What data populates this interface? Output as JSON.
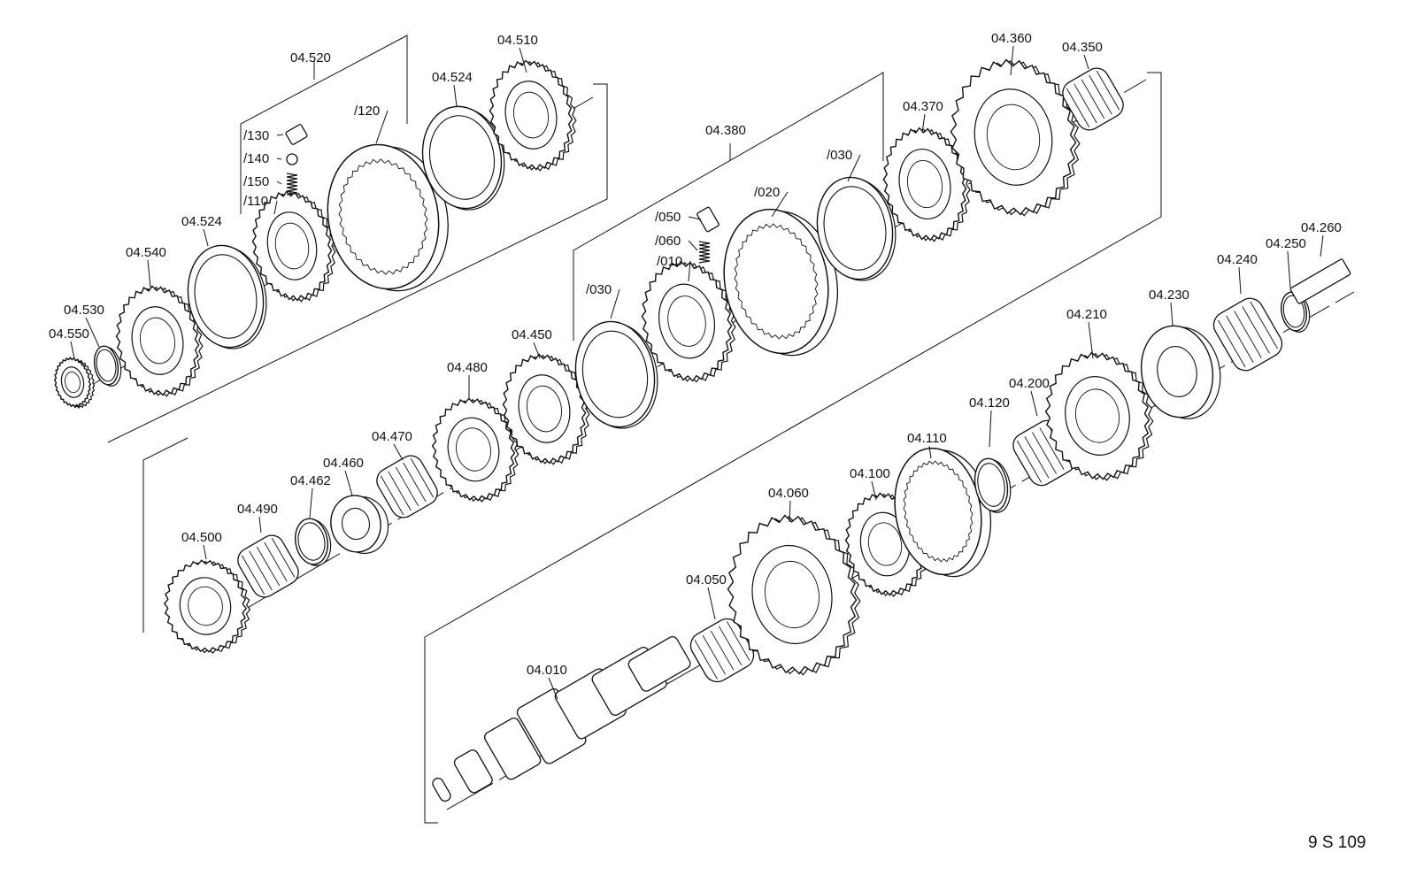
{
  "drawing_code": "9 S 109",
  "groups": [
    {
      "id": "g520",
      "label": "04.520"
    },
    {
      "id": "g380",
      "label": "04.380"
    }
  ],
  "parts": [
    {
      "id": "p550",
      "label": "04.550",
      "kind": "gear",
      "name": "gear-04-550-icon"
    },
    {
      "id": "p530",
      "label": "04.530",
      "kind": "ring",
      "name": "snap-ring-04-530-icon"
    },
    {
      "id": "p540",
      "label": "04.540",
      "kind": "gear",
      "name": "gear-04-540-icon"
    },
    {
      "id": "p524a",
      "label": "04.524",
      "kind": "ring",
      "name": "synchro-ring-04-524-icon"
    },
    {
      "id": "p110",
      "label": "/110",
      "kind": "gear",
      "name": "synchro-body-110-icon"
    },
    {
      "id": "p150",
      "label": "/150",
      "kind": "spring",
      "name": "spring-150-icon"
    },
    {
      "id": "p140",
      "label": "/140",
      "kind": "ball",
      "name": "ball-140-icon"
    },
    {
      "id": "p130",
      "label": "/130",
      "kind": "pin",
      "name": "thrust-piece-130-icon"
    },
    {
      "id": "p120",
      "label": "/120",
      "kind": "sleeve",
      "name": "sliding-sleeve-120-icon"
    },
    {
      "id": "p524b",
      "label": "04.524",
      "kind": "ring",
      "name": "synchro-ring-04-524-b-icon"
    },
    {
      "id": "p510",
      "label": "04.510",
      "kind": "gear",
      "name": "gear-04-510-icon"
    },
    {
      "id": "p500",
      "label": "04.500",
      "kind": "gear",
      "name": "gear-04-500-icon"
    },
    {
      "id": "p490",
      "label": "04.490",
      "kind": "bearing",
      "name": "needle-bearing-04-490-icon"
    },
    {
      "id": "p462",
      "label": "04.462",
      "kind": "ring",
      "name": "snap-ring-04-462-icon"
    },
    {
      "id": "p460",
      "label": "04.460",
      "kind": "bushing",
      "name": "bushing-04-460-icon"
    },
    {
      "id": "p470",
      "label": "04.470",
      "kind": "bearing",
      "name": "needle-bearing-04-470-icon"
    },
    {
      "id": "p480",
      "label": "04.480",
      "kind": "gear",
      "name": "gear-04-480-icon"
    },
    {
      "id": "p450",
      "label": "04.450",
      "kind": "gear",
      "name": "gear-04-450-icon"
    },
    {
      "id": "p030a",
      "label": "/030",
      "kind": "ring",
      "name": "synchro-ring-030-icon"
    },
    {
      "id": "p010",
      "label": "/010",
      "kind": "gear",
      "name": "synchro-body-010-icon"
    },
    {
      "id": "p060",
      "label": "/060",
      "kind": "spring",
      "name": "spring-060-icon"
    },
    {
      "id": "p050",
      "label": "/050",
      "kind": "pin",
      "name": "thrust-piece-050-icon"
    },
    {
      "id": "p020",
      "label": "/020",
      "kind": "sleeve",
      "name": "sliding-sleeve-020-icon"
    },
    {
      "id": "p030b",
      "label": "/030",
      "kind": "ring",
      "name": "synchro-ring-030-b-icon"
    },
    {
      "id": "p370",
      "label": "04.370",
      "kind": "gear",
      "name": "gear-04-370-icon"
    },
    {
      "id": "p360",
      "label": "04.360",
      "kind": "gear",
      "name": "gear-04-360-icon"
    },
    {
      "id": "p350",
      "label": "04.350",
      "kind": "bearing",
      "name": "needle-bearing-04-350-icon"
    },
    {
      "id": "p010s",
      "label": "04.010",
      "kind": "shaft",
      "name": "main-shaft-04-010-icon"
    },
    {
      "id": "p050b",
      "label": "04.050",
      "kind": "bearing",
      "name": "needle-bearing-04-050-icon"
    },
    {
      "id": "p060g",
      "label": "04.060",
      "kind": "gear",
      "name": "gear-04-060-icon"
    },
    {
      "id": "p100",
      "label": "04.100",
      "kind": "gear",
      "name": "gear-04-100-icon"
    },
    {
      "id": "p110s",
      "label": "04.110",
      "kind": "sleeve",
      "name": "sleeve-04-110-icon"
    },
    {
      "id": "p120r",
      "label": "04.120",
      "kind": "ring",
      "name": "snap-ring-04-120-icon"
    },
    {
      "id": "p200",
      "label": "04.200",
      "kind": "bearing",
      "name": "needle-bearing-04-200-icon"
    },
    {
      "id": "p210",
      "label": "04.210",
      "kind": "gear",
      "name": "gear-04-210-icon"
    },
    {
      "id": "p230",
      "label": "04.230",
      "kind": "bushing",
      "name": "bearing-04-230-icon"
    },
    {
      "id": "p240",
      "label": "04.240",
      "kind": "bearing",
      "name": "needle-bearing-04-240-icon"
    },
    {
      "id": "p250",
      "label": "04.250",
      "kind": "ring",
      "name": "snap-ring-04-250-icon"
    },
    {
      "id": "p260",
      "label": "04.260",
      "kind": "pin",
      "name": "pin-04-260-icon"
    }
  ]
}
